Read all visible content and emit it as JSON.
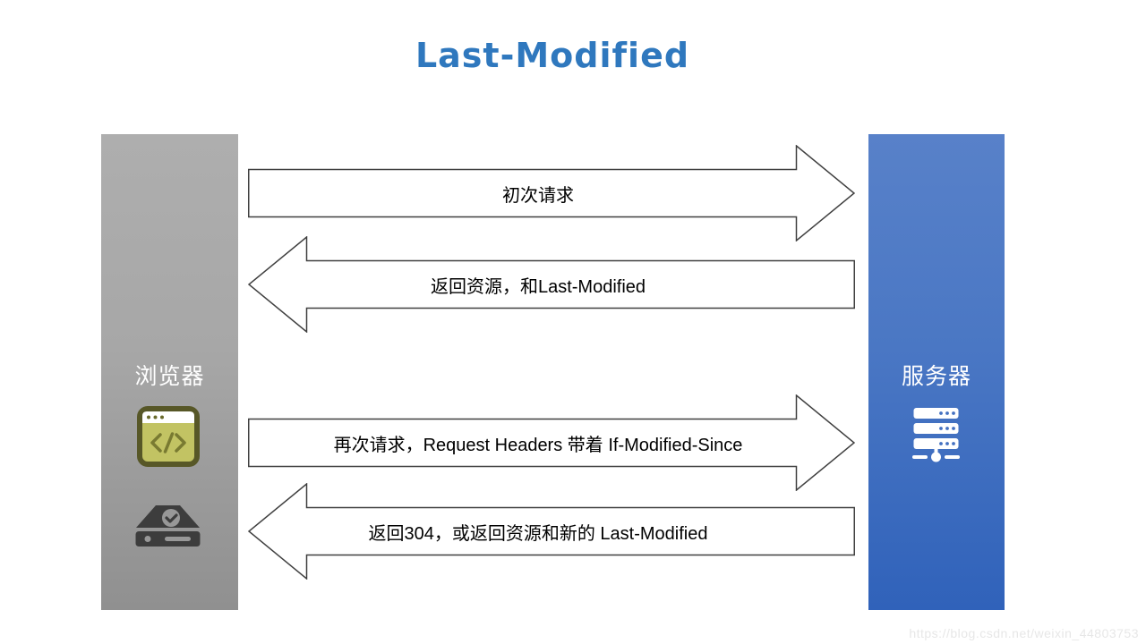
{
  "title": "Last-Modified",
  "left_panel": {
    "label": "浏览器"
  },
  "right_panel": {
    "label": "服务器"
  },
  "arrows": [
    {
      "direction": "right",
      "label": "初次请求"
    },
    {
      "direction": "left",
      "label": "返回资源，和Last-Modified"
    },
    {
      "direction": "right",
      "label": "再次请求，Request Headers 带着 If-Modified-Since"
    },
    {
      "direction": "left",
      "label": "返回304，或返回资源和新的 Last-Modified"
    }
  ],
  "watermark": "https://blog.csdn.net/weixin_44803753",
  "icons": {
    "browser": "browser-window-code-icon",
    "disk": "hard-drive-check-icon",
    "server": "server-stack-network-icon"
  },
  "colors": {
    "title": "#2F78BE",
    "panel_gray_top": "#AEAEAE",
    "panel_gray_bottom": "#909090",
    "panel_blue_top": "#5881C9",
    "panel_blue_bottom": "#3062BA",
    "arrow_outline": "#404040",
    "arrow_fill": "#FFFFFF",
    "arrow_text": "#000000",
    "browser_icon_body": "#C2C363",
    "browser_icon_border": "#575727",
    "disk_icon": "#3D3D3D",
    "server_icon": "#FFFFFF",
    "watermark": "#E7E7E7"
  }
}
